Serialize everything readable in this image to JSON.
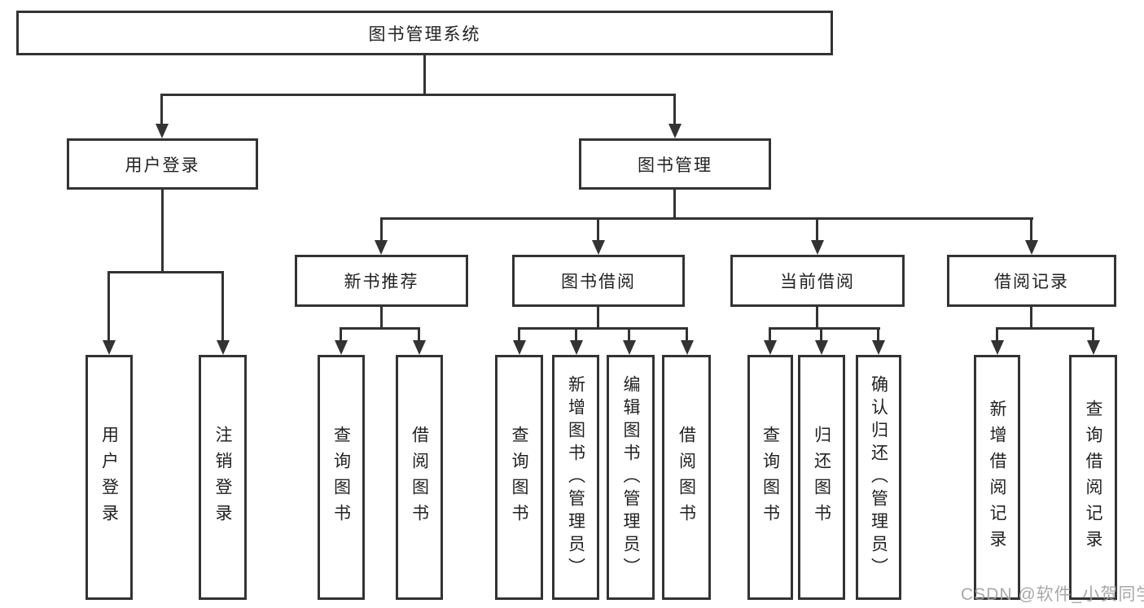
{
  "tree": {
    "root": {
      "label": "图书管理系统"
    },
    "branches": [
      {
        "label": "用户登录",
        "leaves": [
          {
            "label": "用户登录"
          },
          {
            "label": "注销登录"
          }
        ]
      },
      {
        "label": "图书管理",
        "children": [
          {
            "label": "新书推荐",
            "leaves": [
              {
                "label": "查询图书"
              },
              {
                "label": "借阅图书"
              }
            ]
          },
          {
            "label": "图书借阅",
            "leaves": [
              {
                "label": "查询图书"
              },
              {
                "label": "新增图书（管理员）"
              },
              {
                "label": "编辑图书（管理员）"
              },
              {
                "label": "借阅图书"
              }
            ]
          },
          {
            "label": "当前借阅",
            "leaves": [
              {
                "label": "查询图书"
              },
              {
                "label": "归还图书"
              },
              {
                "label": "确认归还（管理员）"
              }
            ]
          },
          {
            "label": "借阅记录",
            "leaves": [
              {
                "label": "新增借阅记录"
              },
              {
                "label": "查询借阅记录"
              }
            ]
          }
        ]
      }
    ]
  },
  "watermark": {
    "text": "CSDN @软件_小贺同学"
  },
  "colors": {
    "line": "#333333",
    "box_background": "#ffffff",
    "text": "#222222",
    "watermark": "#9e9e9e",
    "page_background": "#ffffff"
  }
}
